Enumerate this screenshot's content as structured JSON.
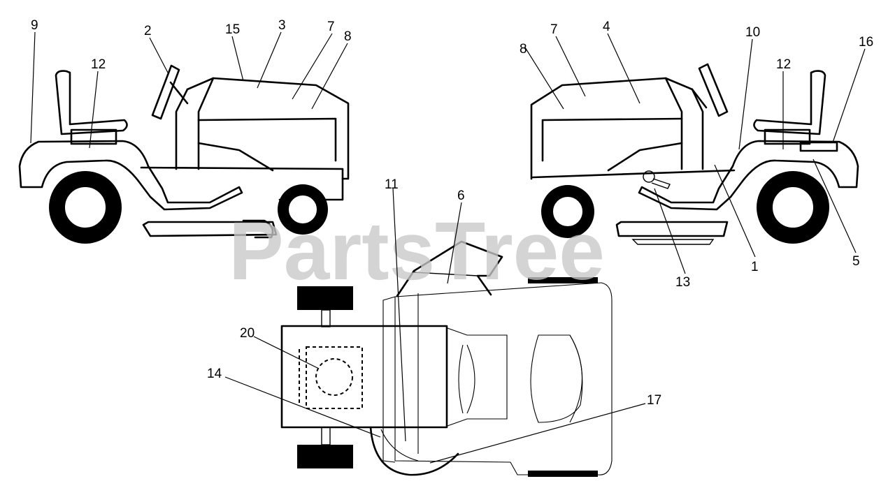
{
  "watermark": "PartsTree",
  "callouts": {
    "c1": "1",
    "c2": "2",
    "c3": "3",
    "c4": "4",
    "c5": "5",
    "c6": "6",
    "c7a": "7",
    "c7b": "7",
    "c8a": "8",
    "c8b": "8",
    "c9": "9",
    "c10": "10",
    "c11": "11",
    "c12a": "12",
    "c12b": "12",
    "c13": "13",
    "c14": "14",
    "c15": "15",
    "c16": "16",
    "c17": "17",
    "c20": "20"
  }
}
